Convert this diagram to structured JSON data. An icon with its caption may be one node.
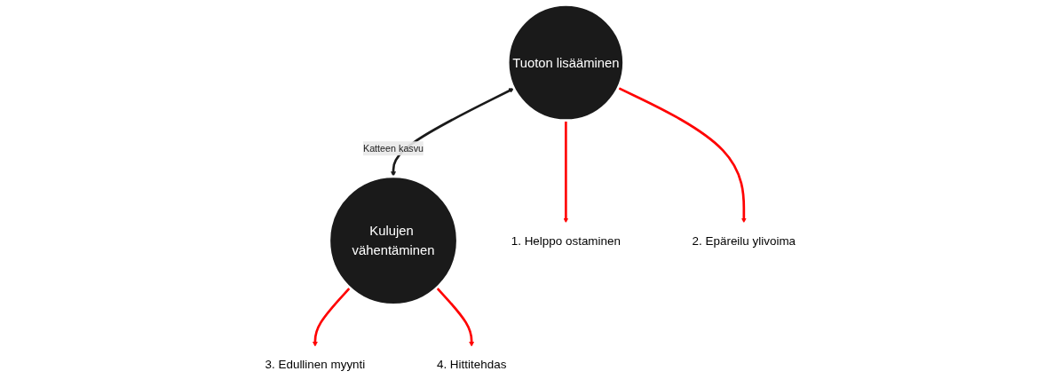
{
  "diagram": {
    "nodes": [
      {
        "text": [
          "Tuoton lisääminen"
        ]
      },
      {
        "text": [
          "Kulujen vähentäminen"
        ]
      },
      {
        "text": [
          "1. Helppo ostaminen"
        ]
      },
      {
        "text": [
          "2. Epäreilu ylivoima"
        ]
      },
      {
        "text": [
          "3. Edullinen myynti"
        ]
      },
      {
        "text": [
          "4. Hittitehdas"
        ]
      }
    ],
    "edges": [
      {
        "from": 0,
        "to": 1,
        "arrow": "both",
        "label": "Katteen kasvu",
        "color": "#1a1a1a"
      },
      {
        "from": 0,
        "to": 2,
        "arrow": "to"
      },
      {
        "from": 0,
        "to": 3,
        "arrow": "to"
      },
      {
        "from": 1,
        "to": 4,
        "arrow": "to"
      },
      {
        "from": 1,
        "to": 5,
        "arrow": "to"
      }
    ]
  }
}
